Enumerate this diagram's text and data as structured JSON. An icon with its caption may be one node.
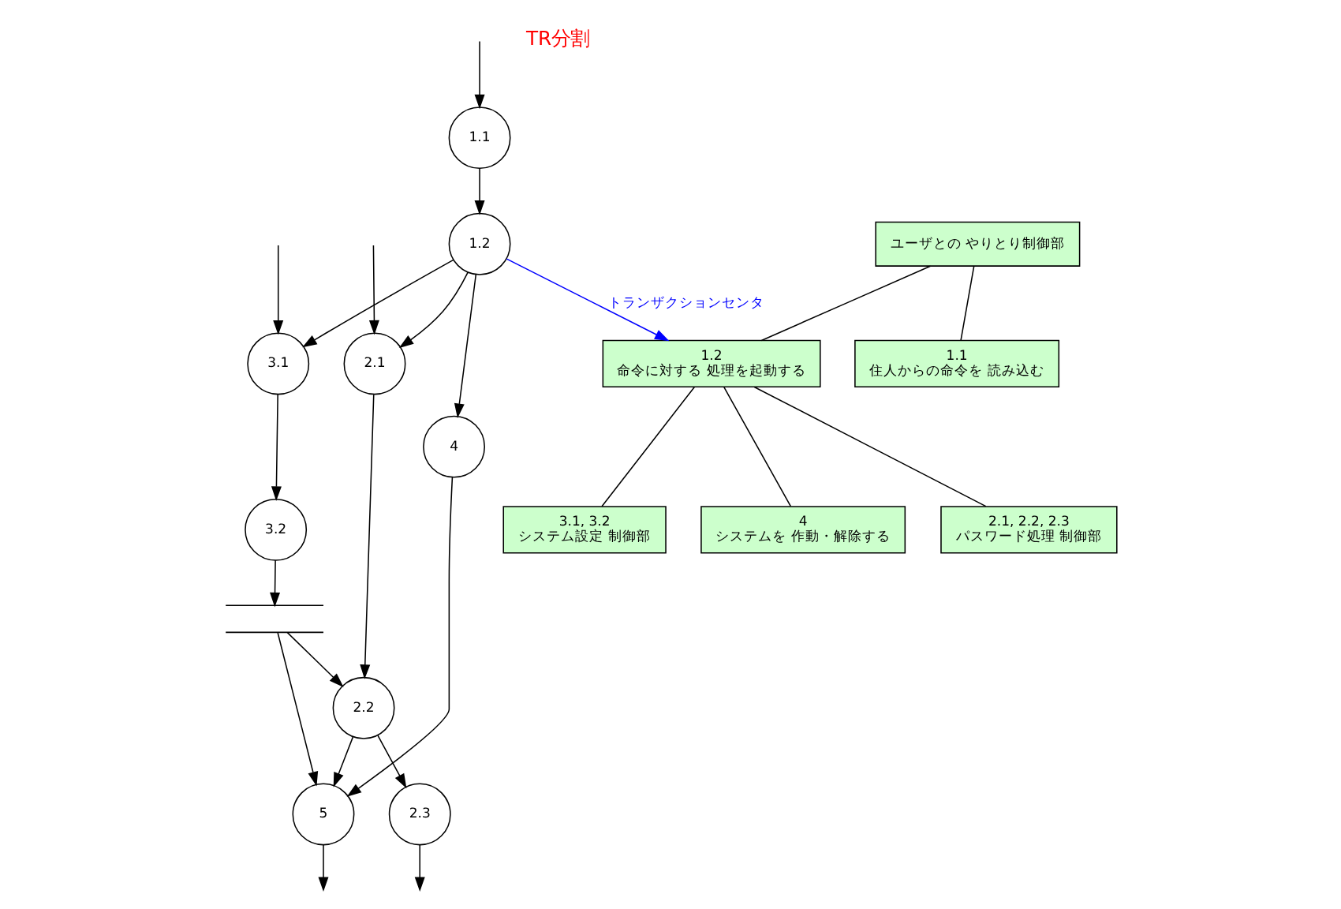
{
  "diagram": {
    "nodes": [
      {
        "text": [
          "1.1"
        ]
      },
      {
        "text": [
          "1.2"
        ]
      },
      {
        "text": [
          "3.1"
        ]
      },
      {
        "text": [
          "3.2"
        ]
      },
      {
        "text": [
          "4"
        ]
      },
      {
        "text": [
          "5"
        ]
      },
      {
        "text": [
          "2.1"
        ]
      },
      {
        "text": [
          "2.2"
        ]
      },
      {
        "text": [
          "2.3"
        ]
      },
      {
        "text": [],
        "shape": "bar"
      },
      {
        "text": [
          "ユーザとの やりとり制御部"
        ]
      },
      {
        "text": [
          "1.1",
          "住人からの命令を 読み込む"
        ]
      },
      {
        "text": [
          "1.2",
          "命令に対する 処理を起動する"
        ]
      },
      {
        "text": [
          "3.1, 3.2",
          "システム設定 制御部"
        ]
      },
      {
        "text": [
          "4",
          "システムを 作動・解除する"
        ]
      },
      {
        "text": [
          "2.1, 2.2, 2.3",
          "パスワード処理 制御部"
        ]
      }
    ],
    "edges": [
      {
        "from": null,
        "to": 0,
        "arrow": "to"
      },
      {
        "from": 0,
        "to": 1,
        "arrow": "to"
      },
      {
        "from": null,
        "to": 2,
        "arrow": "to"
      },
      {
        "from": 1,
        "to": 2,
        "arrow": "to"
      },
      {
        "from": 1,
        "to": 4,
        "arrow": "to"
      },
      {
        "from": 1,
        "to": 6,
        "arrow": "to"
      },
      {
        "from": 2,
        "to": 3,
        "arrow": "to"
      },
      {
        "from": 3,
        "to": 9,
        "arrow": "to"
      },
      {
        "from": 9,
        "to": 5,
        "arrow": "to"
      },
      {
        "from": 9,
        "to": 7,
        "arrow": "to"
      },
      {
        "from": 4,
        "to": 5,
        "arrow": "to"
      },
      {
        "from": null,
        "to": 6,
        "arrow": "to"
      },
      {
        "from": 6,
        "to": 7,
        "arrow": "to"
      },
      {
        "from": 7,
        "to": 5,
        "arrow": "to"
      },
      {
        "from": 7,
        "to": 8,
        "arrow": "to"
      },
      {
        "from": 5,
        "to": null,
        "arrow": "to"
      },
      {
        "from": 8,
        "to": null,
        "arrow": "to"
      },
      {
        "from": 1,
        "to": 12,
        "arrow": "to",
        "label": "トランザクションセンタ",
        "color": "#0000ff"
      },
      {
        "from": 10,
        "to": 11,
        "arrow": "none"
      },
      {
        "from": 10,
        "to": 12,
        "arrow": "none"
      },
      {
        "from": 12,
        "to": 13,
        "arrow": "none"
      },
      {
        "from": 12,
        "to": 14,
        "arrow": "none"
      },
      {
        "from": 12,
        "to": 15,
        "arrow": "none"
      }
    ],
    "labels": [
      "TR分割"
    ]
  }
}
